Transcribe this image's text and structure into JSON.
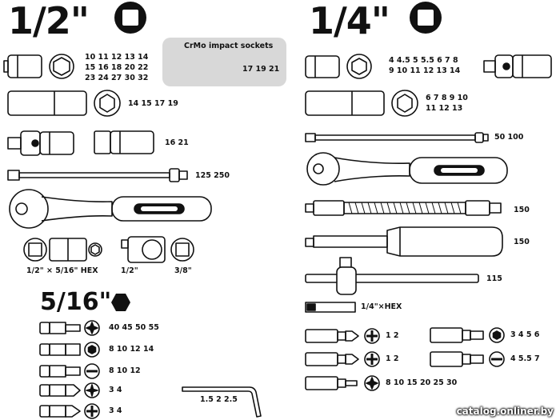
{
  "headings": {
    "half": "1/2\"",
    "quarter": "1/4\"",
    "five_sixteenths": "5/16\""
  },
  "half": {
    "socket_sizes_row1": "10  11  12  13  14",
    "socket_sizes_row2": "15  16  18  20  22",
    "socket_sizes_row3": "23  24  27  30  32",
    "impact_title": "CrMo impact sockets",
    "impact_sizes": "17  19  21",
    "deep_socket_sizes": "14  15  17  19",
    "ujoint_sizes": "16  21",
    "extension_sizes": "125  250",
    "adapter_hex_label": "1/2\" × 5/16\" HEX",
    "adapter_half_label": "1/2\"",
    "adapter_38_label": "3/8\""
  },
  "bits": {
    "torx_sizes": "40  45  50  55",
    "hex_sizes": "8  10  12  14",
    "slot_sizes": "8  10  12",
    "pozi_sizes": "3  4",
    "phillips_sizes": "3  4",
    "hex_key_sizes": "1.5  2  2.5"
  },
  "quarter": {
    "socket_sizes_row1": "4  4.5  5  5.5  6  7  8",
    "socket_sizes_row2": "9  10  11  12  13  14",
    "deep_sizes_row1": "6  7  8  9  10",
    "deep_sizes_row2": "11  12  13",
    "extension_sizes": "50  100",
    "flex_ext_size": "150",
    "driver_size": "150",
    "tbar_size": "115",
    "hex_adapter_label": "1/4\"×HEX",
    "holder_a_row1": "1  2",
    "holder_a_row2": "1  2",
    "holder_a_row3": "8  10  15  20  25  30",
    "holder_b_row1": "3  4  5  6",
    "holder_b_row2": "4  5.5  7"
  },
  "watermark": "catalog.onliner.by"
}
